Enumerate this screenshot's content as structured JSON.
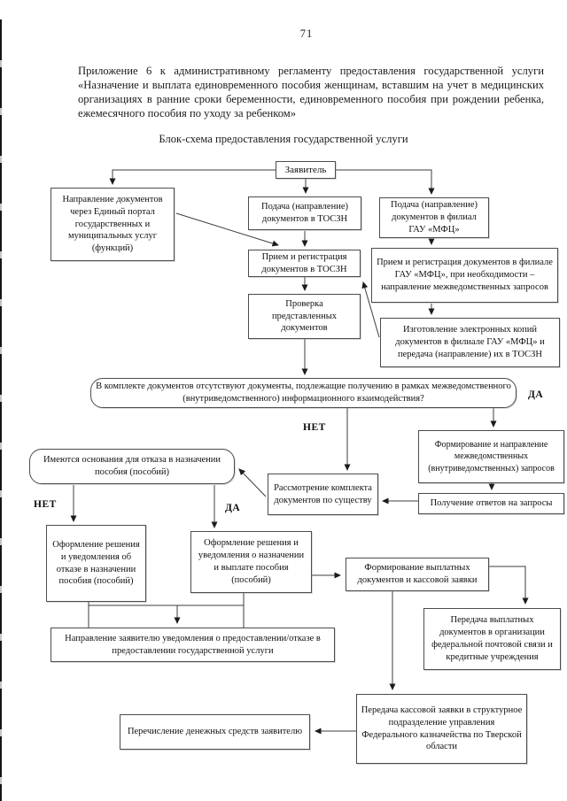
{
  "page": {
    "number": "71"
  },
  "header": {
    "annex": "Приложение 6 к административному регламенту предоставления государственной услуги «Назначение и выплата единовременного пособия женщинам, вставшим на учет в медицинских организациях в ранние сроки беременности, единовременного пособия при рождении ребенка, ежемесячного пособия по уходу за ребенком»",
    "title": "Блок-схема предоставления государственной услуги"
  },
  "nodes": {
    "zayavitel": "Заявитель",
    "portal": "Направление документов через Единый портал государственных и муниципальных услуг (функций)",
    "podacha_toszn": "Подача (направление) документов в ТОСЗН",
    "podacha_mfc": "Подача (направление) документов в филиал ГАУ «МФЦ»",
    "priem_toszn": "Прием и регистрация документов в ТОСЗН",
    "priem_mfc": "Прием и регистрация документов в филиале ГАУ «МФЦ», при необходимости – направление межведомственных запросов",
    "proverka": "Проверка представленных документов",
    "izgotovlenie": "Изготовление электронных копий документов в филиале ГАУ «МФЦ» и передача (направление) их в ТОСЗН",
    "question": "В комплекте документов отсутствуют документы, подлежащие получению в рамках межведомственного (внутриведомственного) информационного взаимодействия?",
    "formirovanie_zaprosov": "Формирование и направление межведомственных (внутриведомственных) запросов",
    "poluchenie": "Получение ответов на запросы",
    "rassmotrenie": "Рассмотрение комплекта документов по существу",
    "osnovaniya": "Имеются основания для отказа в назначении пособия (пособий)",
    "otkaz": "Оформление решения и уведомления об отказе в назначении пособия (пособий)",
    "naznachenie": "Оформление решения и уведомления о назначении и выплате пособия (пособий)",
    "uvedomlenie": "Направление заявителю уведомления о предоставлении/отказе в предоставлении государственной услуги",
    "vyplatnye": "Формирование выплатных документов и кассовой заявки",
    "peredacha_pochta": "Передача выплатных документов в организации федеральной почтовой связи и кредитные учреждения",
    "kassovaya": "Передача кассовой заявки в структурное подразделение управления Федерального казначейства по Тверской области",
    "perechislenie": "Перечисление денежных средств заявителю"
  },
  "branch_labels": {
    "da_top": "ДА",
    "net_top": "НЕТ",
    "net_left": "НЕТ",
    "da_mid": "ДА"
  }
}
